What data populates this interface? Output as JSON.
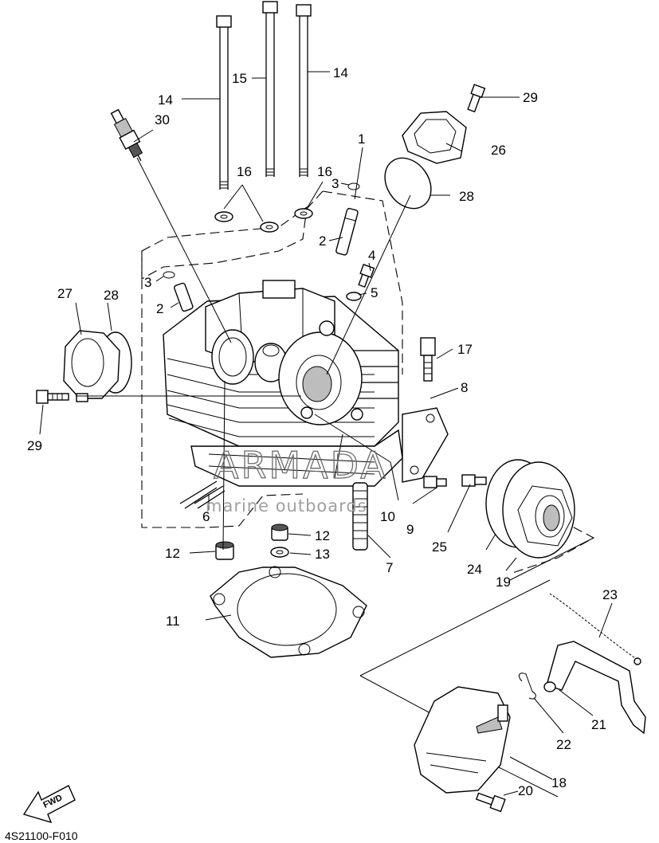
{
  "diagram_code": "4S21100-F010",
  "fwd_label": "FWD",
  "watermark": {
    "brand": "ARMADA",
    "tagline": "marine outboards",
    "logo_color": "#d45a8c"
  },
  "callouts": {
    "c1": "1",
    "c2a": "2",
    "c2b": "2",
    "c3a": "3",
    "c3b": "3",
    "c4": "4",
    "c5": "5",
    "c6": "6",
    "c7": "7",
    "c8": "8",
    "c9": "9",
    "c10": "10",
    "c11": "11",
    "c12a": "12",
    "c12b": "12",
    "c13": "13",
    "c14a": "14",
    "c14b": "14",
    "c15": "15",
    "c16a": "16",
    "c16b": "16",
    "c17": "17",
    "c18": "18",
    "c19": "19",
    "c20": "20",
    "c21": "21",
    "c22": "22",
    "c23": "23",
    "c24": "24",
    "c25": "25",
    "c26": "26",
    "c27": "27",
    "c28a": "28",
    "c28b": "28",
    "c29a": "29",
    "c29b": "29",
    "c30": "30"
  }
}
